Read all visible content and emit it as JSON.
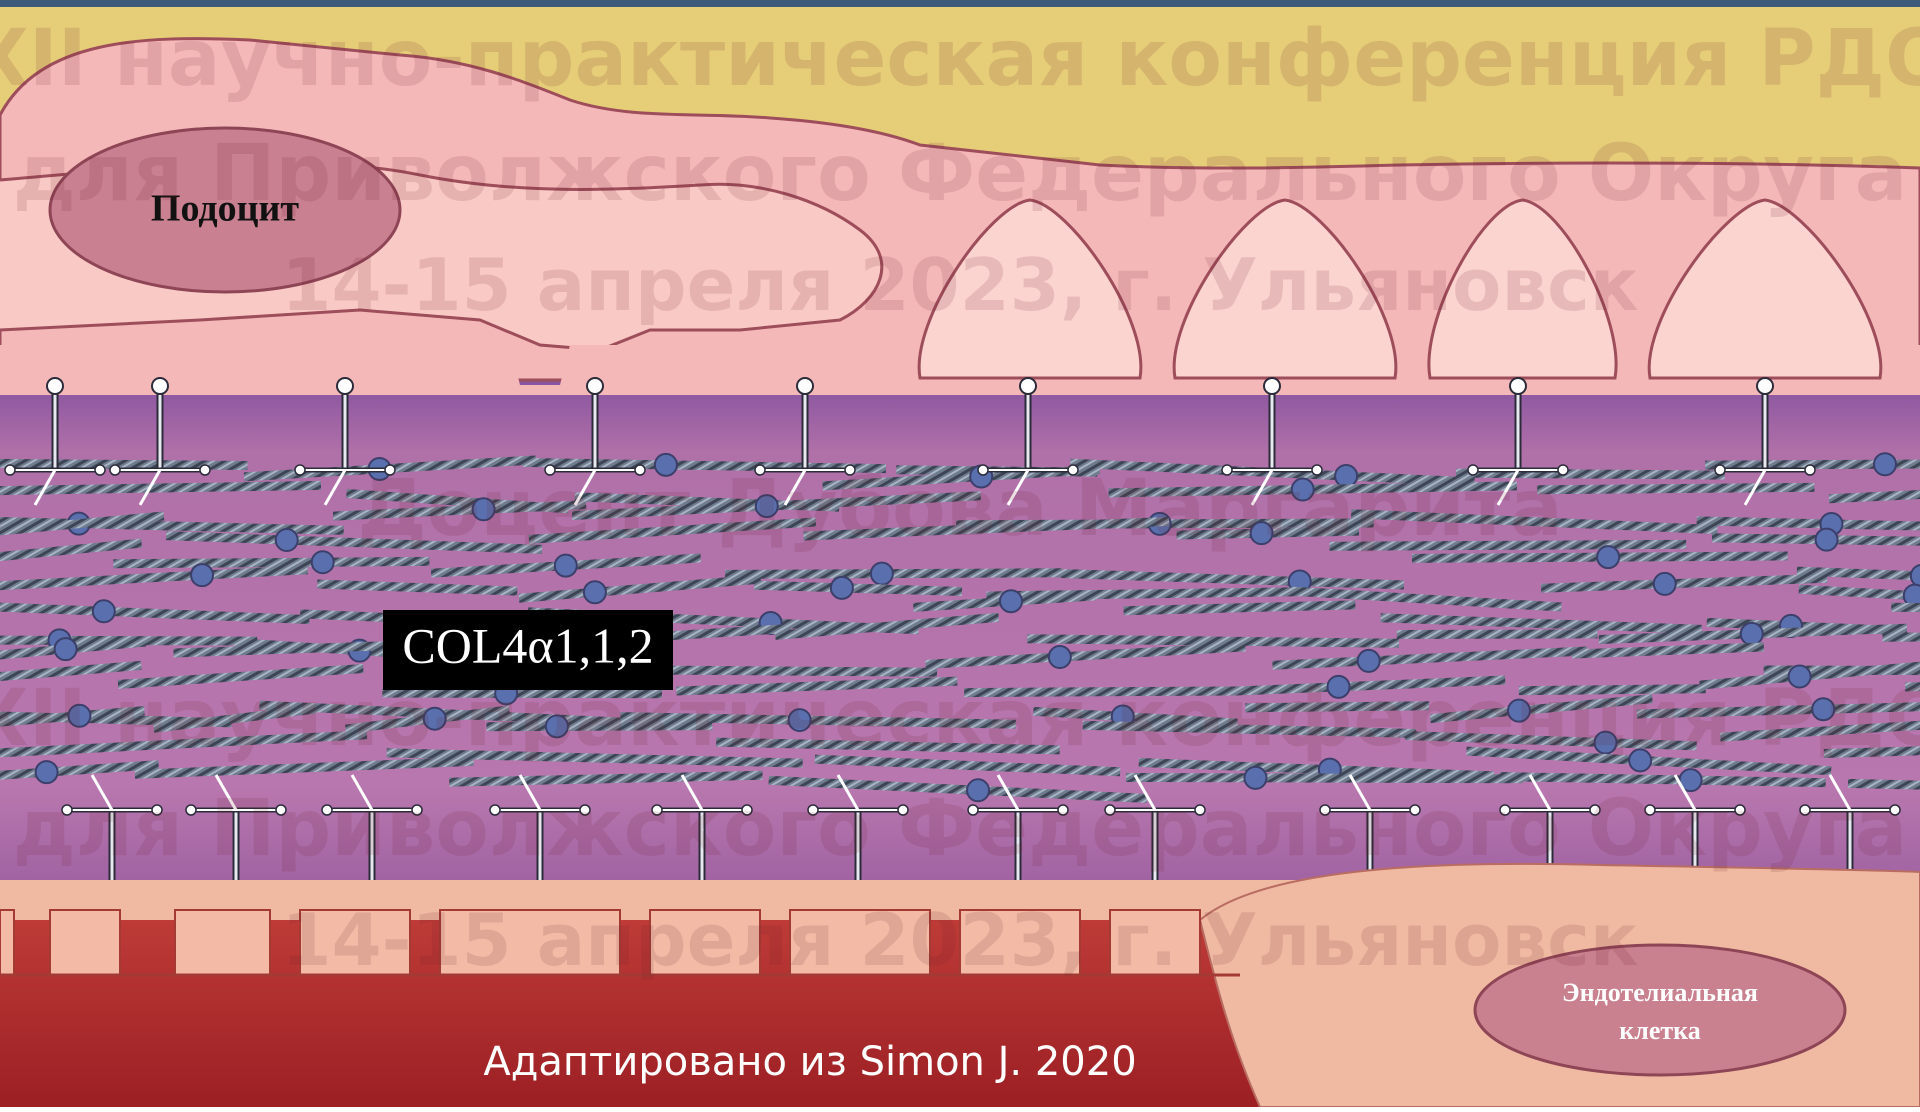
{
  "labels": {
    "podocyte": "Подоцит",
    "collagen": "COL4α1,1,2",
    "endothelial_line1": "Эндотелиальная",
    "endothelial_line2": "клетка",
    "caption": "Адаптировано из Simon J. 2020"
  },
  "watermark": {
    "line1": "XII научно-практическая конференция РДО",
    "line2": "для Приволжского Федерального Округа",
    "line3": "14-15 апреля 2023, г. Ульяновск",
    "line4": "Доцент Дубова Маргарита"
  },
  "colors": {
    "top_band": "#e6cd78",
    "podocyte": "#f4b8b8",
    "podocyte_edge": "#9e4d5b",
    "gbm": "#b470a6",
    "gbm_dark": "#6e3f86",
    "collagen": "#5b6477",
    "endothelium": "#f0b9a2",
    "capillary": "#b9302d",
    "caption_text": "#ffffff"
  }
}
